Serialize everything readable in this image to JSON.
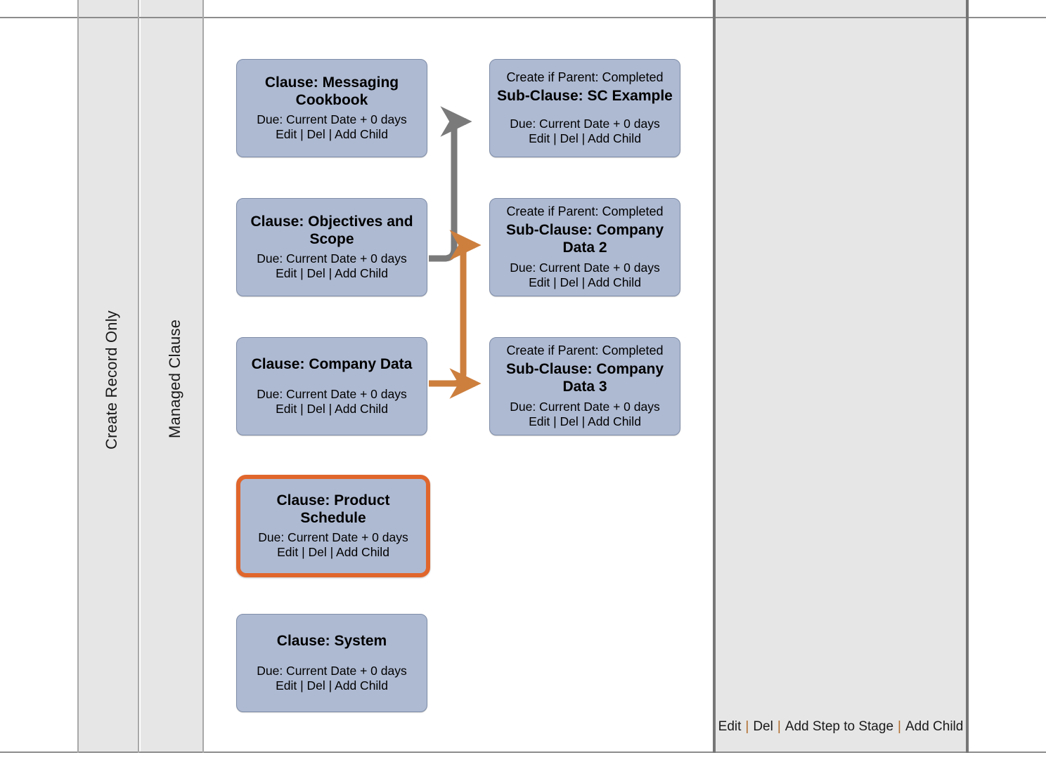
{
  "lanes": [
    {
      "label": "Create Record Only"
    },
    {
      "label": "Managed Clause"
    }
  ],
  "colors": {
    "node_fill": "#aebad2",
    "node_border": "#7f8da8",
    "highlight_border": "#e0662c",
    "arrow_gray": "#7a7a7a",
    "arrow_orange": "#cd7f3e",
    "lane_fill": "#e6e6e6",
    "grid_line": "#8c8c8c"
  },
  "labels": {
    "condition_prefix": "Create if Parent: Completed",
    "due_text": "Due: Current Date + 0 days",
    "actions_text": "Edit | Del | Add Child"
  },
  "nodes": [
    {
      "id": "clause-messaging-cookbook",
      "title": "Clause: Messaging Cookbook",
      "condition": "",
      "due": "Due: Current Date + 0 days",
      "actions": "Edit | Del | Add Child",
      "highlighted": false
    },
    {
      "id": "sub-clause-sc-example",
      "title": "Sub-Clause: SC Example",
      "condition": "Create if Parent: Completed",
      "due": "Due: Current Date + 0 days",
      "actions": "Edit | Del | Add Child",
      "highlighted": false
    },
    {
      "id": "clause-objectives-and-scope",
      "title": "Clause: Objectives and Scope",
      "condition": "",
      "due": "Due: Current Date + 0 days",
      "actions": "Edit | Del | Add Child",
      "highlighted": false
    },
    {
      "id": "sub-clause-company-data-2",
      "title": "Sub-Clause: Company Data 2",
      "condition": "Create if Parent: Completed",
      "due": "Due: Current Date + 0 days",
      "actions": "Edit | Del | Add Child",
      "highlighted": false
    },
    {
      "id": "clause-company-data",
      "title": "Clause: Company Data",
      "condition": "",
      "due": "Due: Current Date + 0 days",
      "actions": "Edit | Del | Add Child",
      "highlighted": false
    },
    {
      "id": "sub-clause-company-data-3",
      "title": "Sub-Clause: Company Data 3",
      "condition": "Create if Parent: Completed",
      "due": "Due: Current Date + 0 days",
      "actions": "Edit | Del | Add Child",
      "highlighted": false
    },
    {
      "id": "clause-product-schedule",
      "title": "Clause: Product Schedule",
      "condition": "",
      "due": "Due: Current Date + 0 days",
      "actions": "Edit | Del | Add Child",
      "highlighted": true
    },
    {
      "id": "clause-system",
      "title": "Clause: System",
      "condition": "",
      "due": "Due: Current Date + 0 days",
      "actions": "Edit | Del | Add Child",
      "highlighted": false
    }
  ],
  "connections": [
    {
      "from": "clause-objectives-and-scope",
      "to": "sub-clause-sc-example",
      "color": "gray"
    },
    {
      "from": "clause-company-data",
      "to": "sub-clause-company-data-2",
      "color": "orange"
    },
    {
      "from": "clause-company-data",
      "to": "sub-clause-company-data-3",
      "color": "orange"
    }
  ],
  "stage_panel": {
    "actions": [
      {
        "label": "Edit"
      },
      {
        "label": "Del"
      },
      {
        "label": "Add Step to Stage"
      },
      {
        "label": "Add Child"
      }
    ],
    "separator": "|"
  }
}
